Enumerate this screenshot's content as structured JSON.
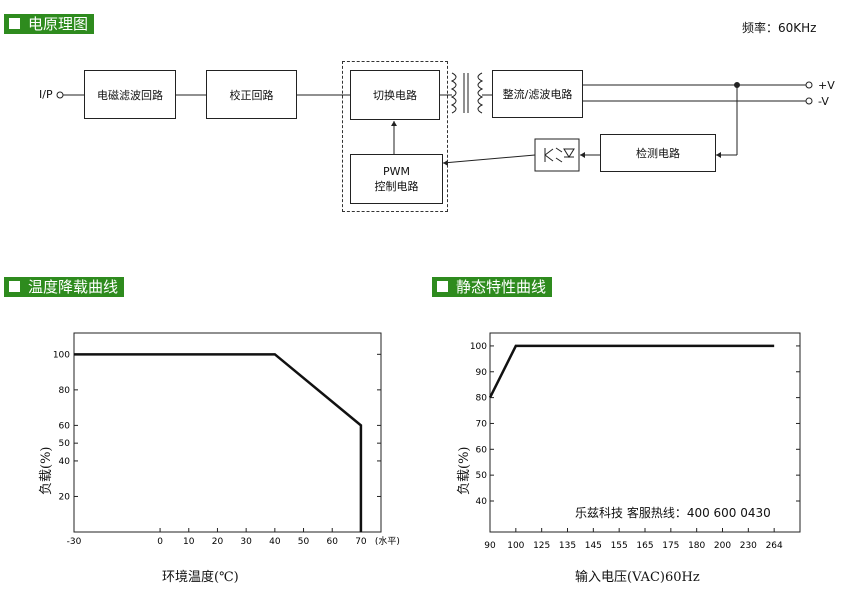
{
  "block_diagram": {
    "header": "电原理图",
    "frequency": "频率：60KHz",
    "input_label": "I/P",
    "blocks": {
      "emi_filter": "电磁滤波回路",
      "pfc": "校正回路",
      "switching": "切换电路",
      "rectifier": "整流/滤波电路",
      "detection": "检测电路",
      "pwm_line1": "PWM",
      "pwm_line2": "控制电路"
    },
    "outputs": {
      "positive": "+V",
      "negative": "-V"
    }
  },
  "derating": {
    "header": "温度降载曲线",
    "chart_data": {
      "type": "line",
      "x": [
        -30,
        40,
        70,
        70
      ],
      "y": [
        100,
        100,
        60,
        0
      ],
      "x_ticks": [
        "-30",
        "0",
        "10",
        "20",
        "30",
        "40",
        "50",
        "60",
        "70"
      ],
      "x_tick_values": [
        -30,
        0,
        10,
        20,
        30,
        40,
        50,
        60,
        70
      ],
      "y_ticks": [
        "20",
        "40",
        "50",
        "60",
        "80",
        "100"
      ],
      "y_tick_values": [
        20,
        40,
        50,
        60,
        80,
        100
      ],
      "xlim": [
        -30,
        77
      ],
      "ylim": [
        0,
        112
      ],
      "x_suffix": "(水平)",
      "xlabel": "环境温度(℃)",
      "ylabel": "负载(%)"
    }
  },
  "static": {
    "header": "静态特性曲线",
    "watermark": "乐兹科技 客服热线：400 600 0430",
    "chart_data": {
      "type": "line",
      "x": [
        90,
        100,
        264
      ],
      "y": [
        80,
        100,
        100
      ],
      "x_ticks": [
        "90",
        "100",
        "125",
        "135",
        "145",
        "155",
        "165",
        "175",
        "180",
        "200",
        "230",
        "264"
      ],
      "y_ticks": [
        "40",
        "50",
        "60",
        "70",
        "80",
        "90",
        "100"
      ],
      "y_tick_values": [
        40,
        50,
        60,
        70,
        80,
        90,
        100
      ],
      "ylim": [
        28,
        105
      ],
      "xlabel": "输入电压(VAC)60Hz",
      "ylabel": "负载(%)"
    }
  }
}
